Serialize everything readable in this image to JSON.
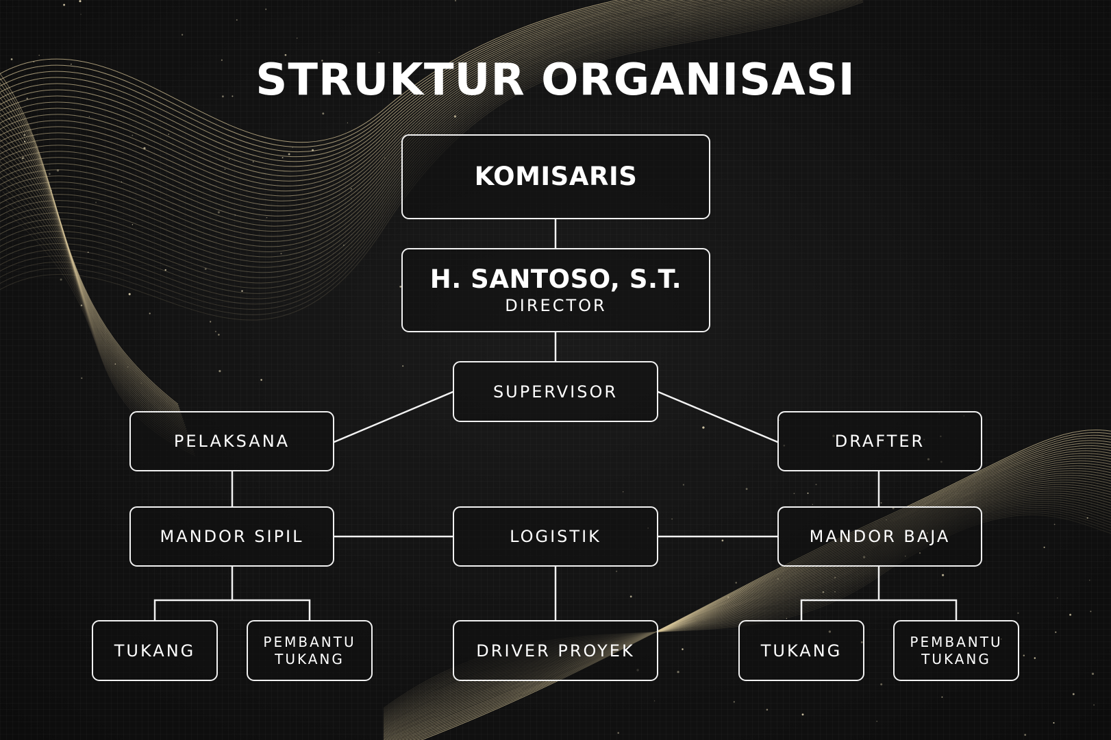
{
  "title": "STRUKTUR ORGANISASI",
  "colors": {
    "background": "#121212",
    "wave": "#d9c79a",
    "line": "#f2f2f2",
    "text": "#ffffff"
  },
  "nodes": {
    "komisaris": {
      "label": "KOMISARIS"
    },
    "director": {
      "name": "H. SANTOSO, S.T.",
      "role": "DIRECTOR"
    },
    "supervisor": {
      "label": "SUPERVISOR"
    },
    "pelaksana": {
      "label": "PELAKSANA"
    },
    "drafter": {
      "label": "DRAFTER"
    },
    "mandor_sipil": {
      "label": "MANDOR SIPIL"
    },
    "logistik": {
      "label": "LOGISTIK"
    },
    "mandor_baja": {
      "label": "MANDOR BAJA"
    },
    "tukang_left": {
      "label": "TUKANG"
    },
    "pembantu_left": {
      "line1": "PEMBANTU",
      "line2": "TUKANG"
    },
    "driver": {
      "label": "DRIVER PROYEK"
    },
    "tukang_right": {
      "label": "TUKANG"
    },
    "pembantu_right": {
      "line1": "PEMBANTU",
      "line2": "TUKANG"
    }
  }
}
